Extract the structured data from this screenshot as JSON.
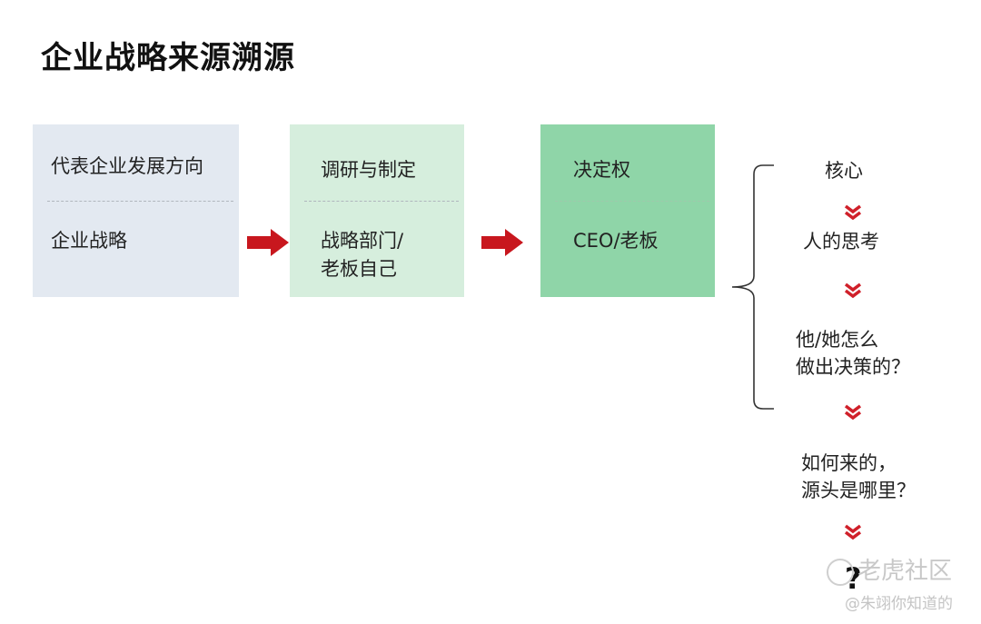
{
  "title": "企业战略来源溯源",
  "boxes": [
    {
      "top": "代表企业发展方向",
      "bottom": "企业战略"
    },
    {
      "top": "调研与制定",
      "bottom_line1": "战略部门/",
      "bottom_line2": "老板自己"
    },
    {
      "top": "决定权",
      "bottom": "CEO/老板"
    }
  ],
  "chain": [
    {
      "line1": "核心"
    },
    {
      "line1": "人的思考"
    },
    {
      "line1": "他/她怎么",
      "line2": "做出决策的？"
    },
    {
      "line1": "如何来的，",
      "line2": "源头是哪里？"
    },
    {
      "line1": "?"
    }
  ],
  "watermark": {
    "brand": "老虎社区",
    "handle": "@朱翊你知道的"
  },
  "colors": {
    "box1": "#e3e9f1",
    "box2": "#d6eedd",
    "box3": "#8fd5a8",
    "arrow": "#c8171e",
    "chevron": "#d0202a"
  }
}
